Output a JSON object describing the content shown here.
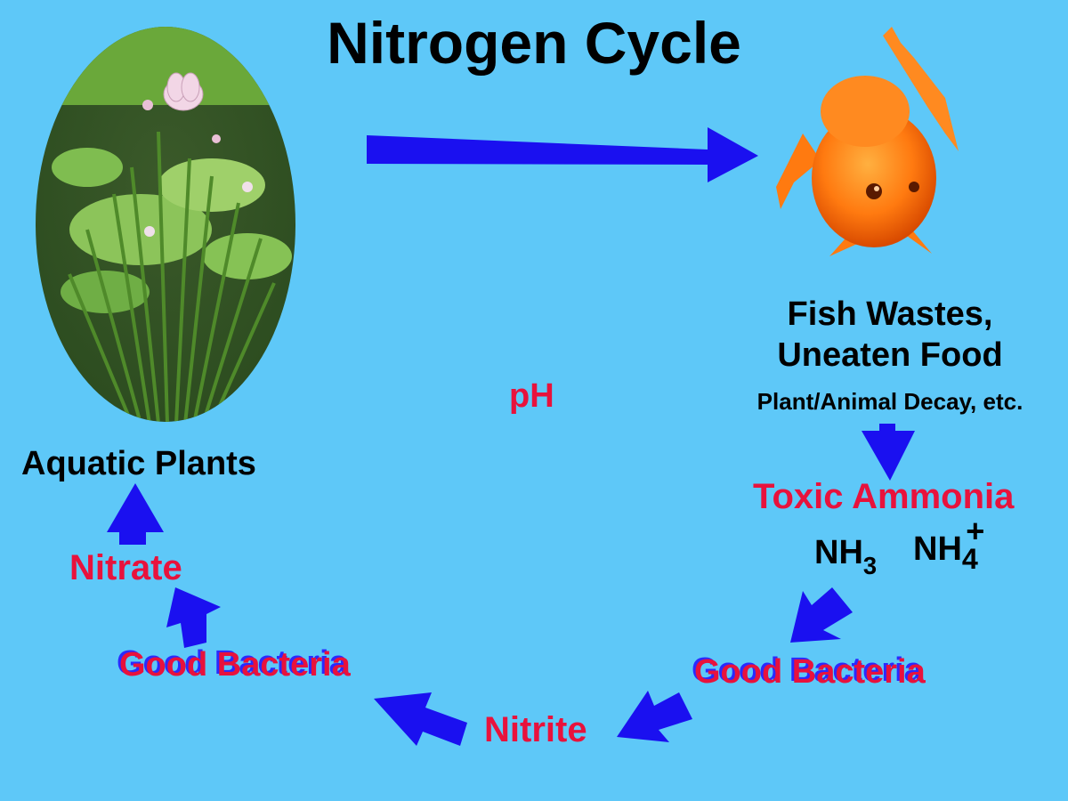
{
  "title": "Nitrogen Cycle",
  "labels": {
    "aquatic_plants": "Aquatic Plants",
    "fish_wastes_line1": "Fish Wastes,",
    "fish_wastes_line2": "Uneaten Food",
    "decay": "Plant/Animal Decay, etc.",
    "toxic_ammonia": "Toxic Ammonia",
    "nh3_base": "NH",
    "nh3_sub": "3",
    "nh4_base": "NH",
    "nh4_sub": "4",
    "nh4_sup": "+",
    "good_bacteria_right": "Good Bacteria",
    "nitrite": "Nitrite",
    "good_bacteria_left": "Good Bacteria",
    "nitrate": "Nitrate",
    "ph": "pH"
  },
  "colors": {
    "background": "#5ec8f8",
    "arrow": "#1a10f0",
    "red_text": "#e8123c",
    "black_text": "#000000"
  },
  "images": {
    "plants": "aquatic-plants-photo",
    "fish": "goldfish-photo"
  }
}
